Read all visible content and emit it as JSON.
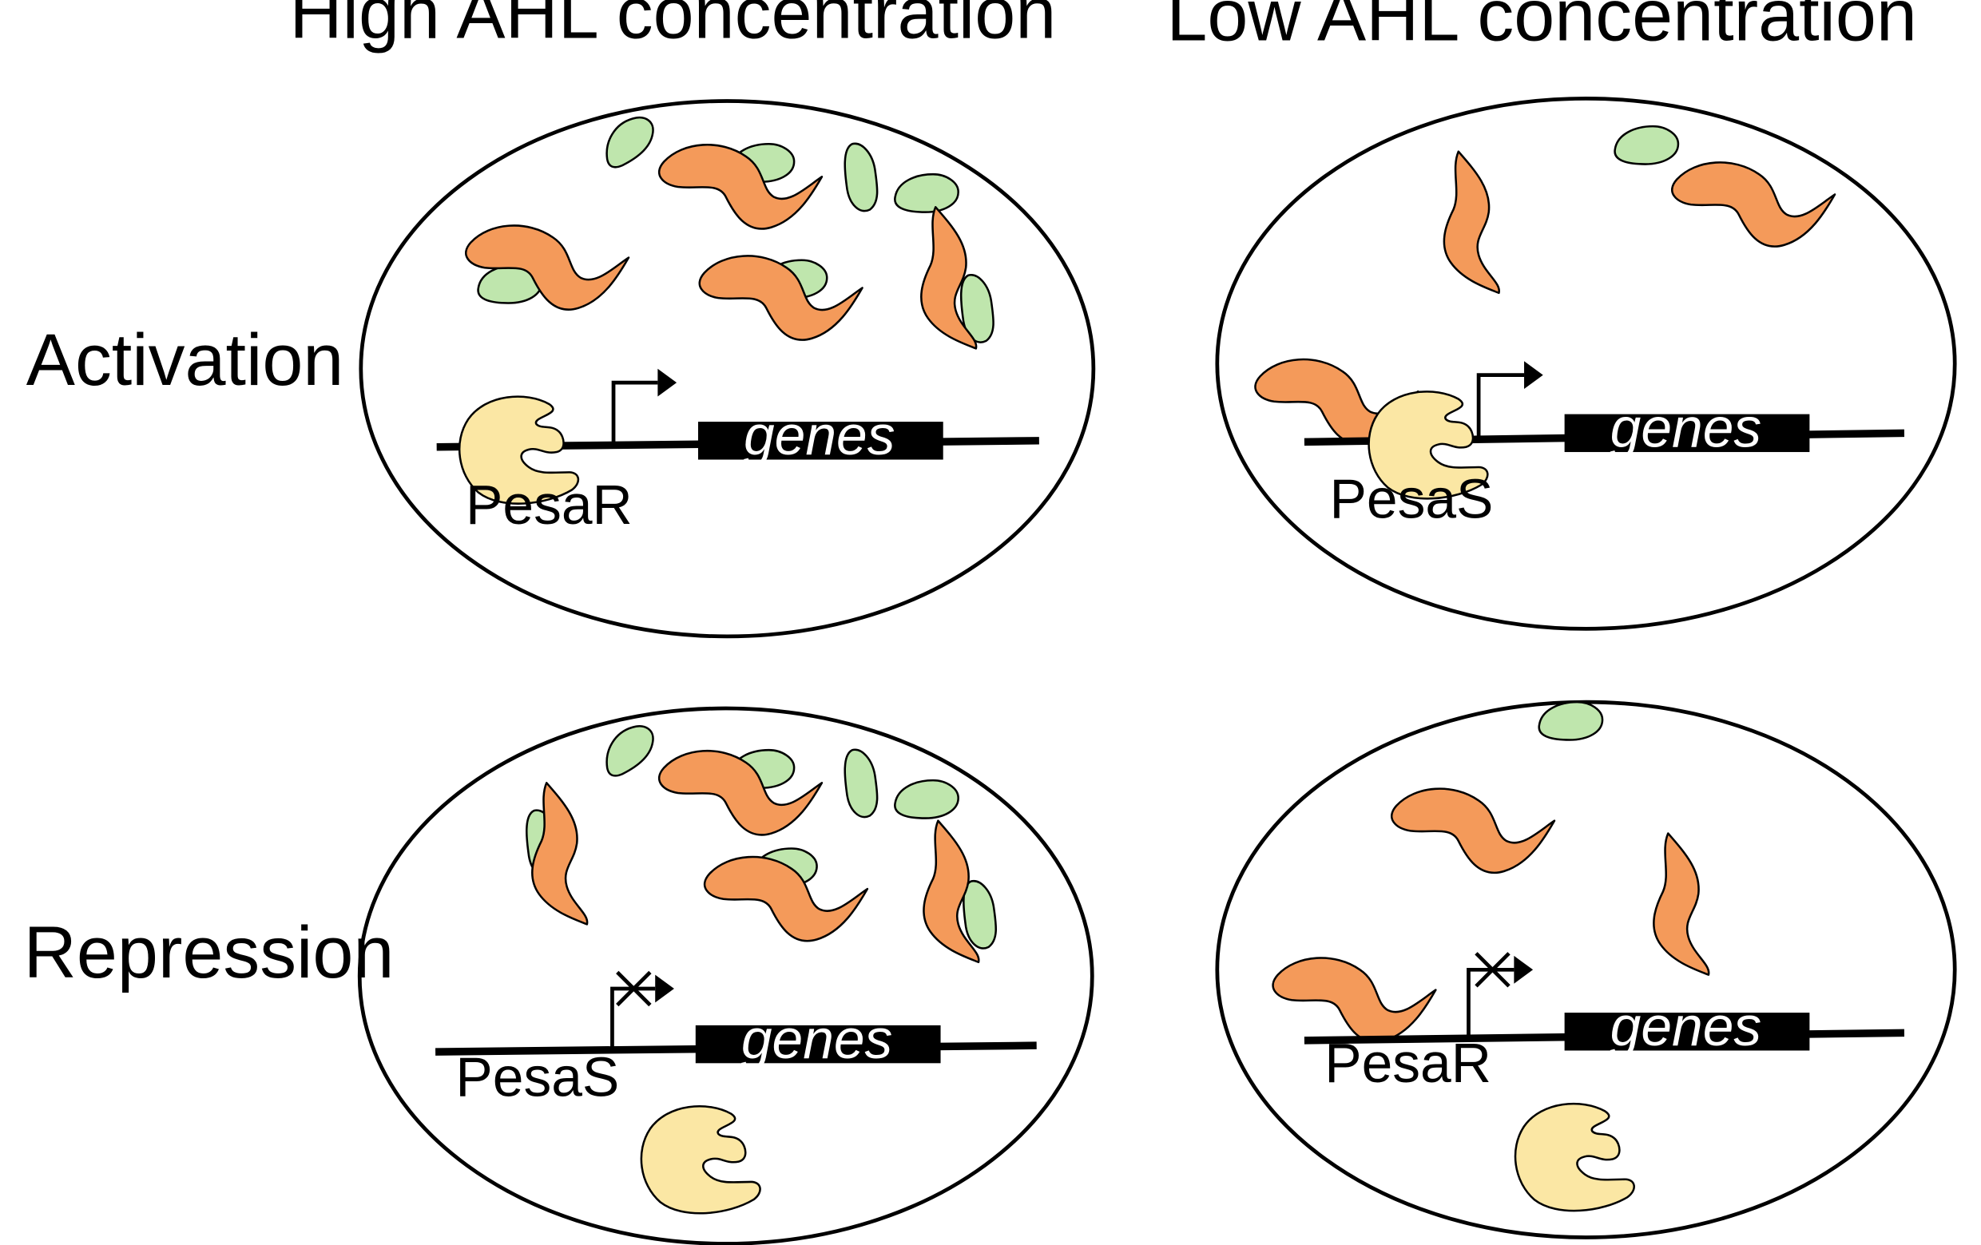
{
  "columns": {
    "high": "High AHL concentration",
    "low": "Low AHL concentration"
  },
  "rows": {
    "activation": "Activation",
    "repression": "Repression"
  },
  "cells": {
    "high_activation": {
      "protein": "PesaR",
      "gene": "genes"
    },
    "low_activation": {
      "protein": "PesaS",
      "gene": "genes"
    },
    "high_repression": {
      "protein": "PesaS",
      "gene": "genes"
    },
    "low_repression": {
      "protein": "PesaR",
      "gene": "genes"
    }
  },
  "colors": {
    "ahl": "#bfe6ad",
    "regulator": "#f49a5a",
    "pesa_protein": "#fbe7a4",
    "outline": "#000000",
    "gene_box": "#000000"
  }
}
